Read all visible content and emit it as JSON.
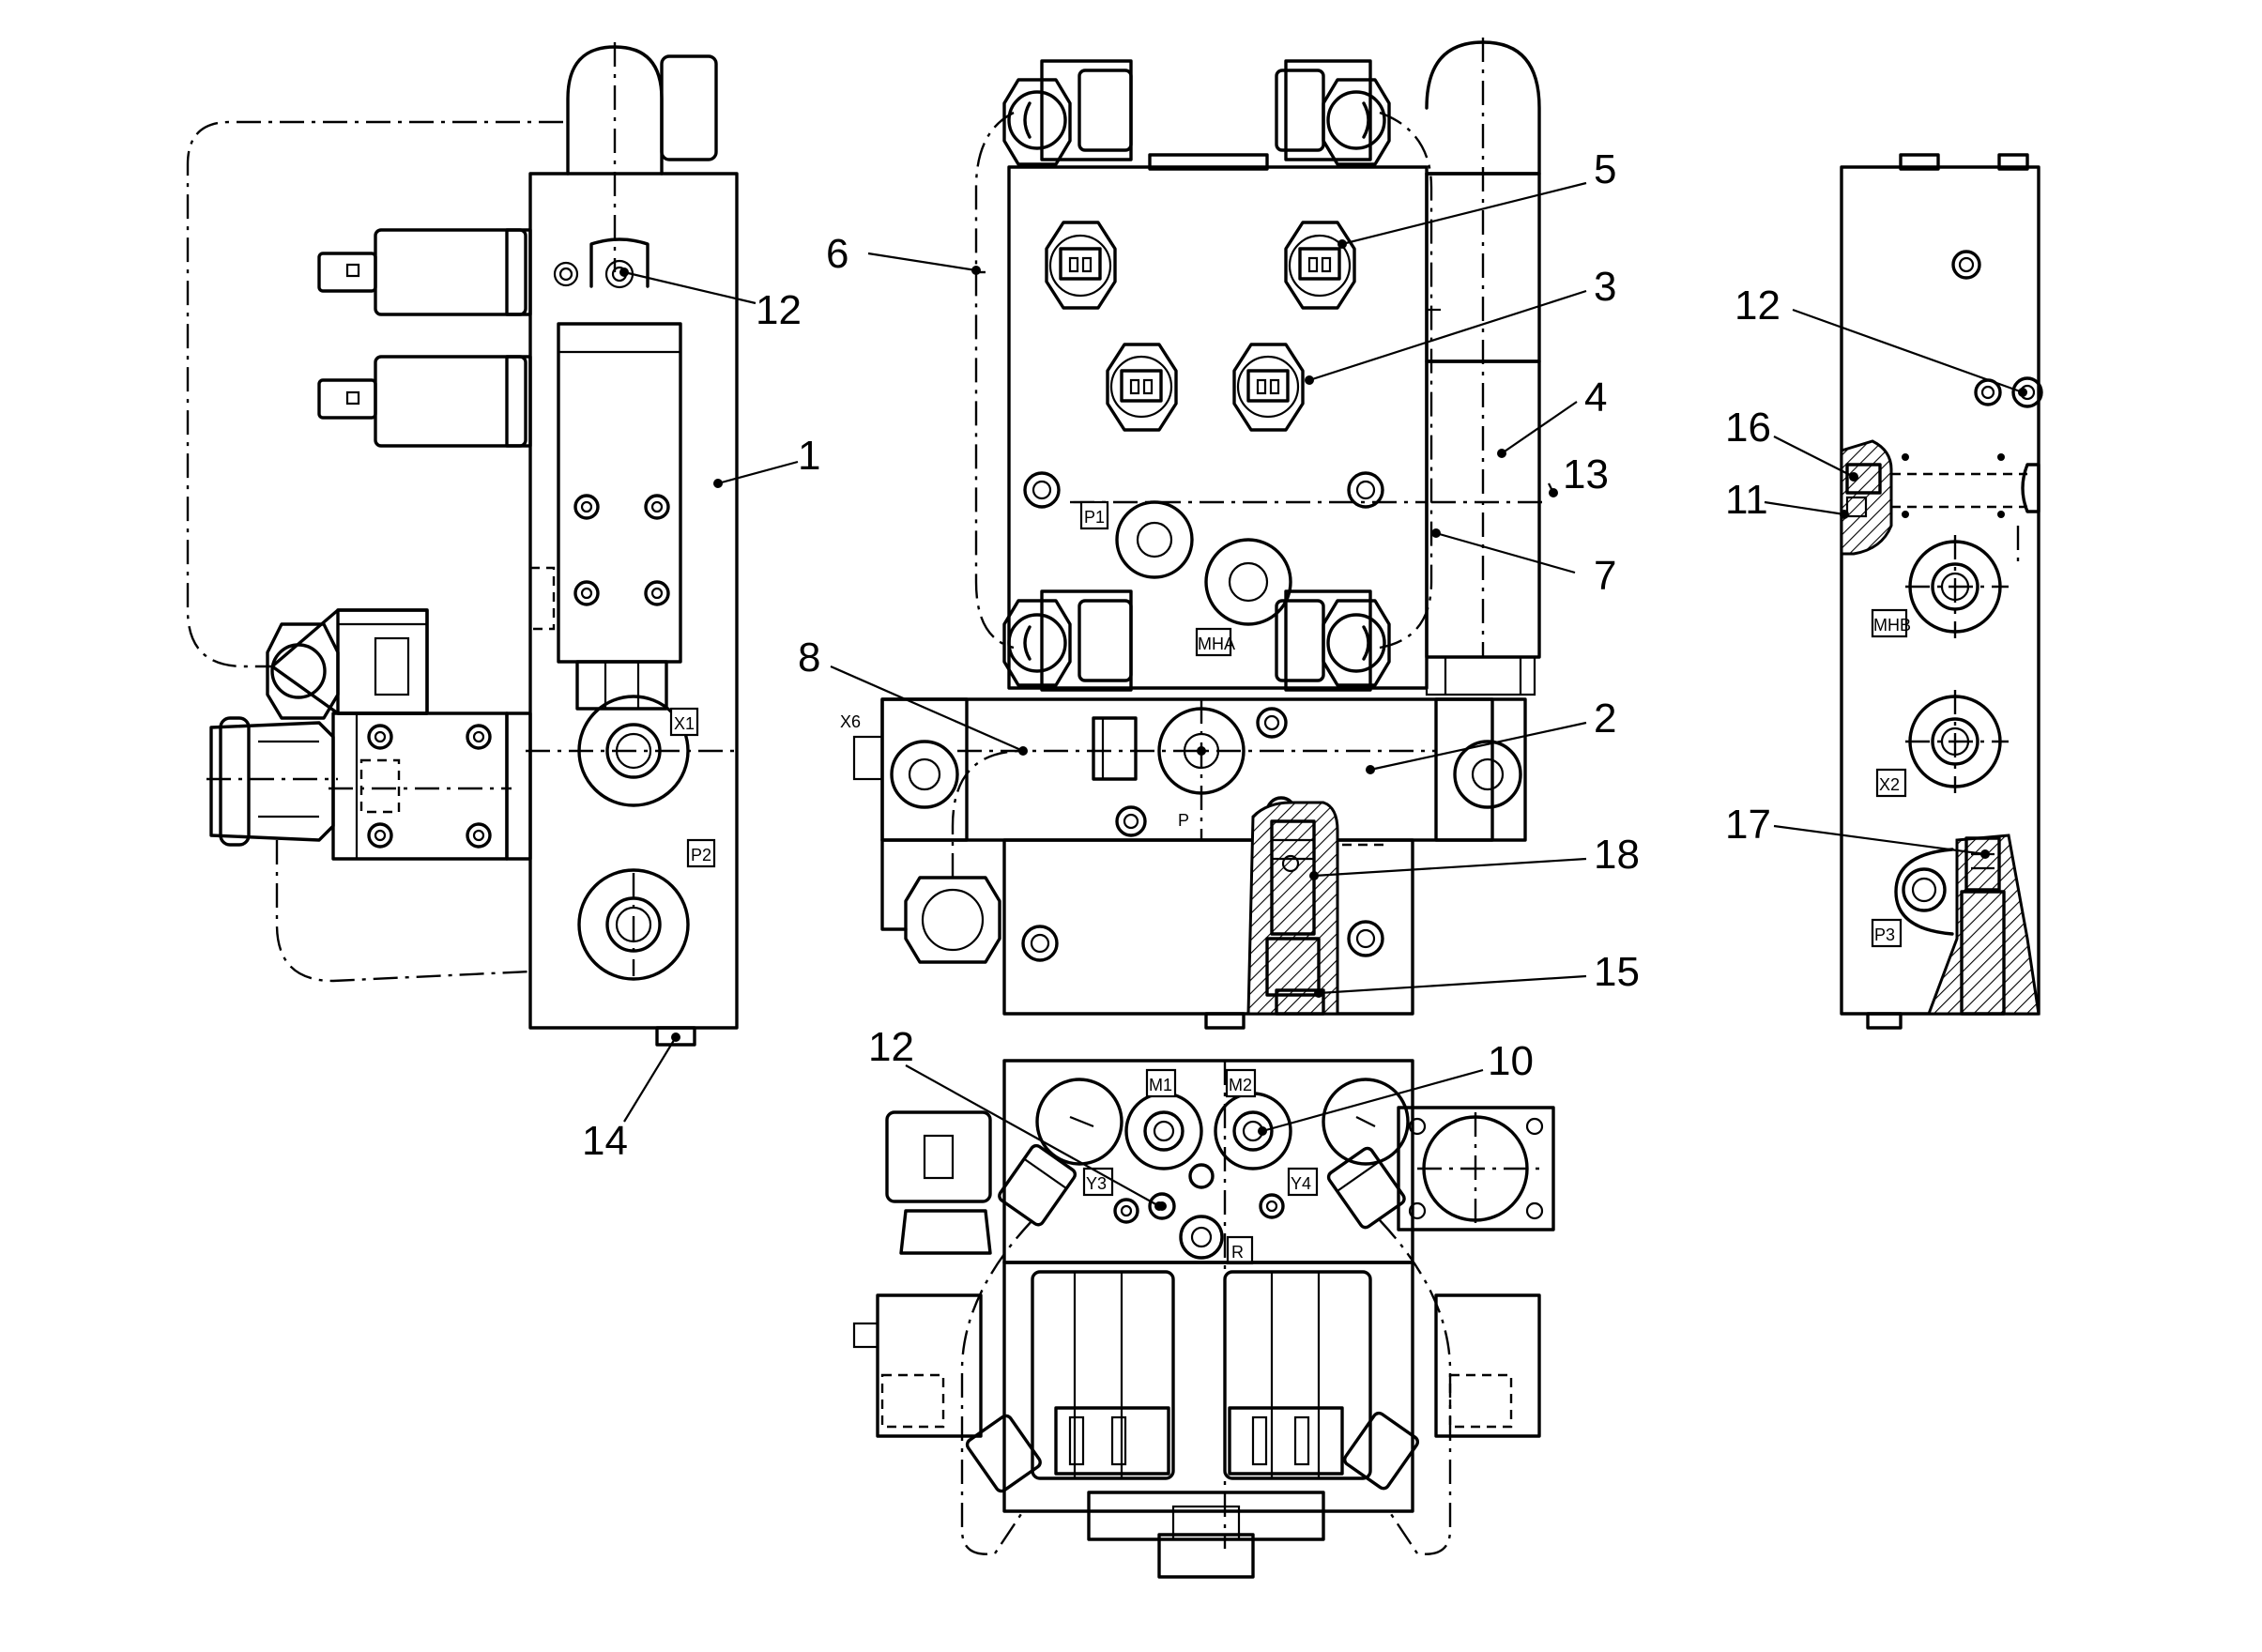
{
  "callouts": {
    "c1": "1",
    "c2": "2",
    "c3": "3",
    "c4": "4",
    "c5": "5",
    "c6": "6",
    "c7": "7",
    "c8": "8",
    "c10": "10",
    "c11": "11",
    "c12a": "12",
    "c12b": "12",
    "c12c": "12",
    "c13": "13",
    "c14": "14",
    "c15": "15",
    "c16": "16",
    "c17": "17",
    "c18": "18"
  },
  "ports": {
    "x1": "X1",
    "p2": "P2",
    "p1": "P1",
    "mha": "MHA",
    "x6": "X6",
    "p": "P",
    "m1": "M1",
    "m2": "M2",
    "y3": "Y3",
    "y4": "Y4",
    "r": "R",
    "mhb": "MHB",
    "x2": "X2",
    "p3": "P3"
  }
}
